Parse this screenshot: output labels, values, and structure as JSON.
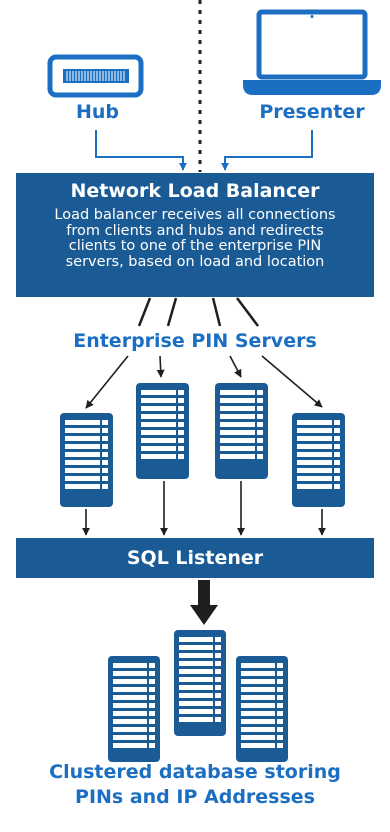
{
  "devices": {
    "hub_label": "Hub",
    "presenter_label": "Presenter"
  },
  "load_balancer": {
    "title": "Network Load Balancer",
    "description_lines": [
      "Load balancer receives all connections",
      "from clients and hubs and redirects",
      "clients to one of the enterprise PIN",
      "servers, based on load and location"
    ]
  },
  "pin_servers": {
    "label": "Enterprise PIN Servers"
  },
  "sql_listener": {
    "title": "SQL Listener"
  },
  "database": {
    "label_lines": [
      "Clustered database storing",
      "PINs and IP Addresses"
    ]
  },
  "colors": {
    "primary": "#1a5b96",
    "accent_text": "#1b6ec2",
    "arrow": "#1f1f1f"
  }
}
